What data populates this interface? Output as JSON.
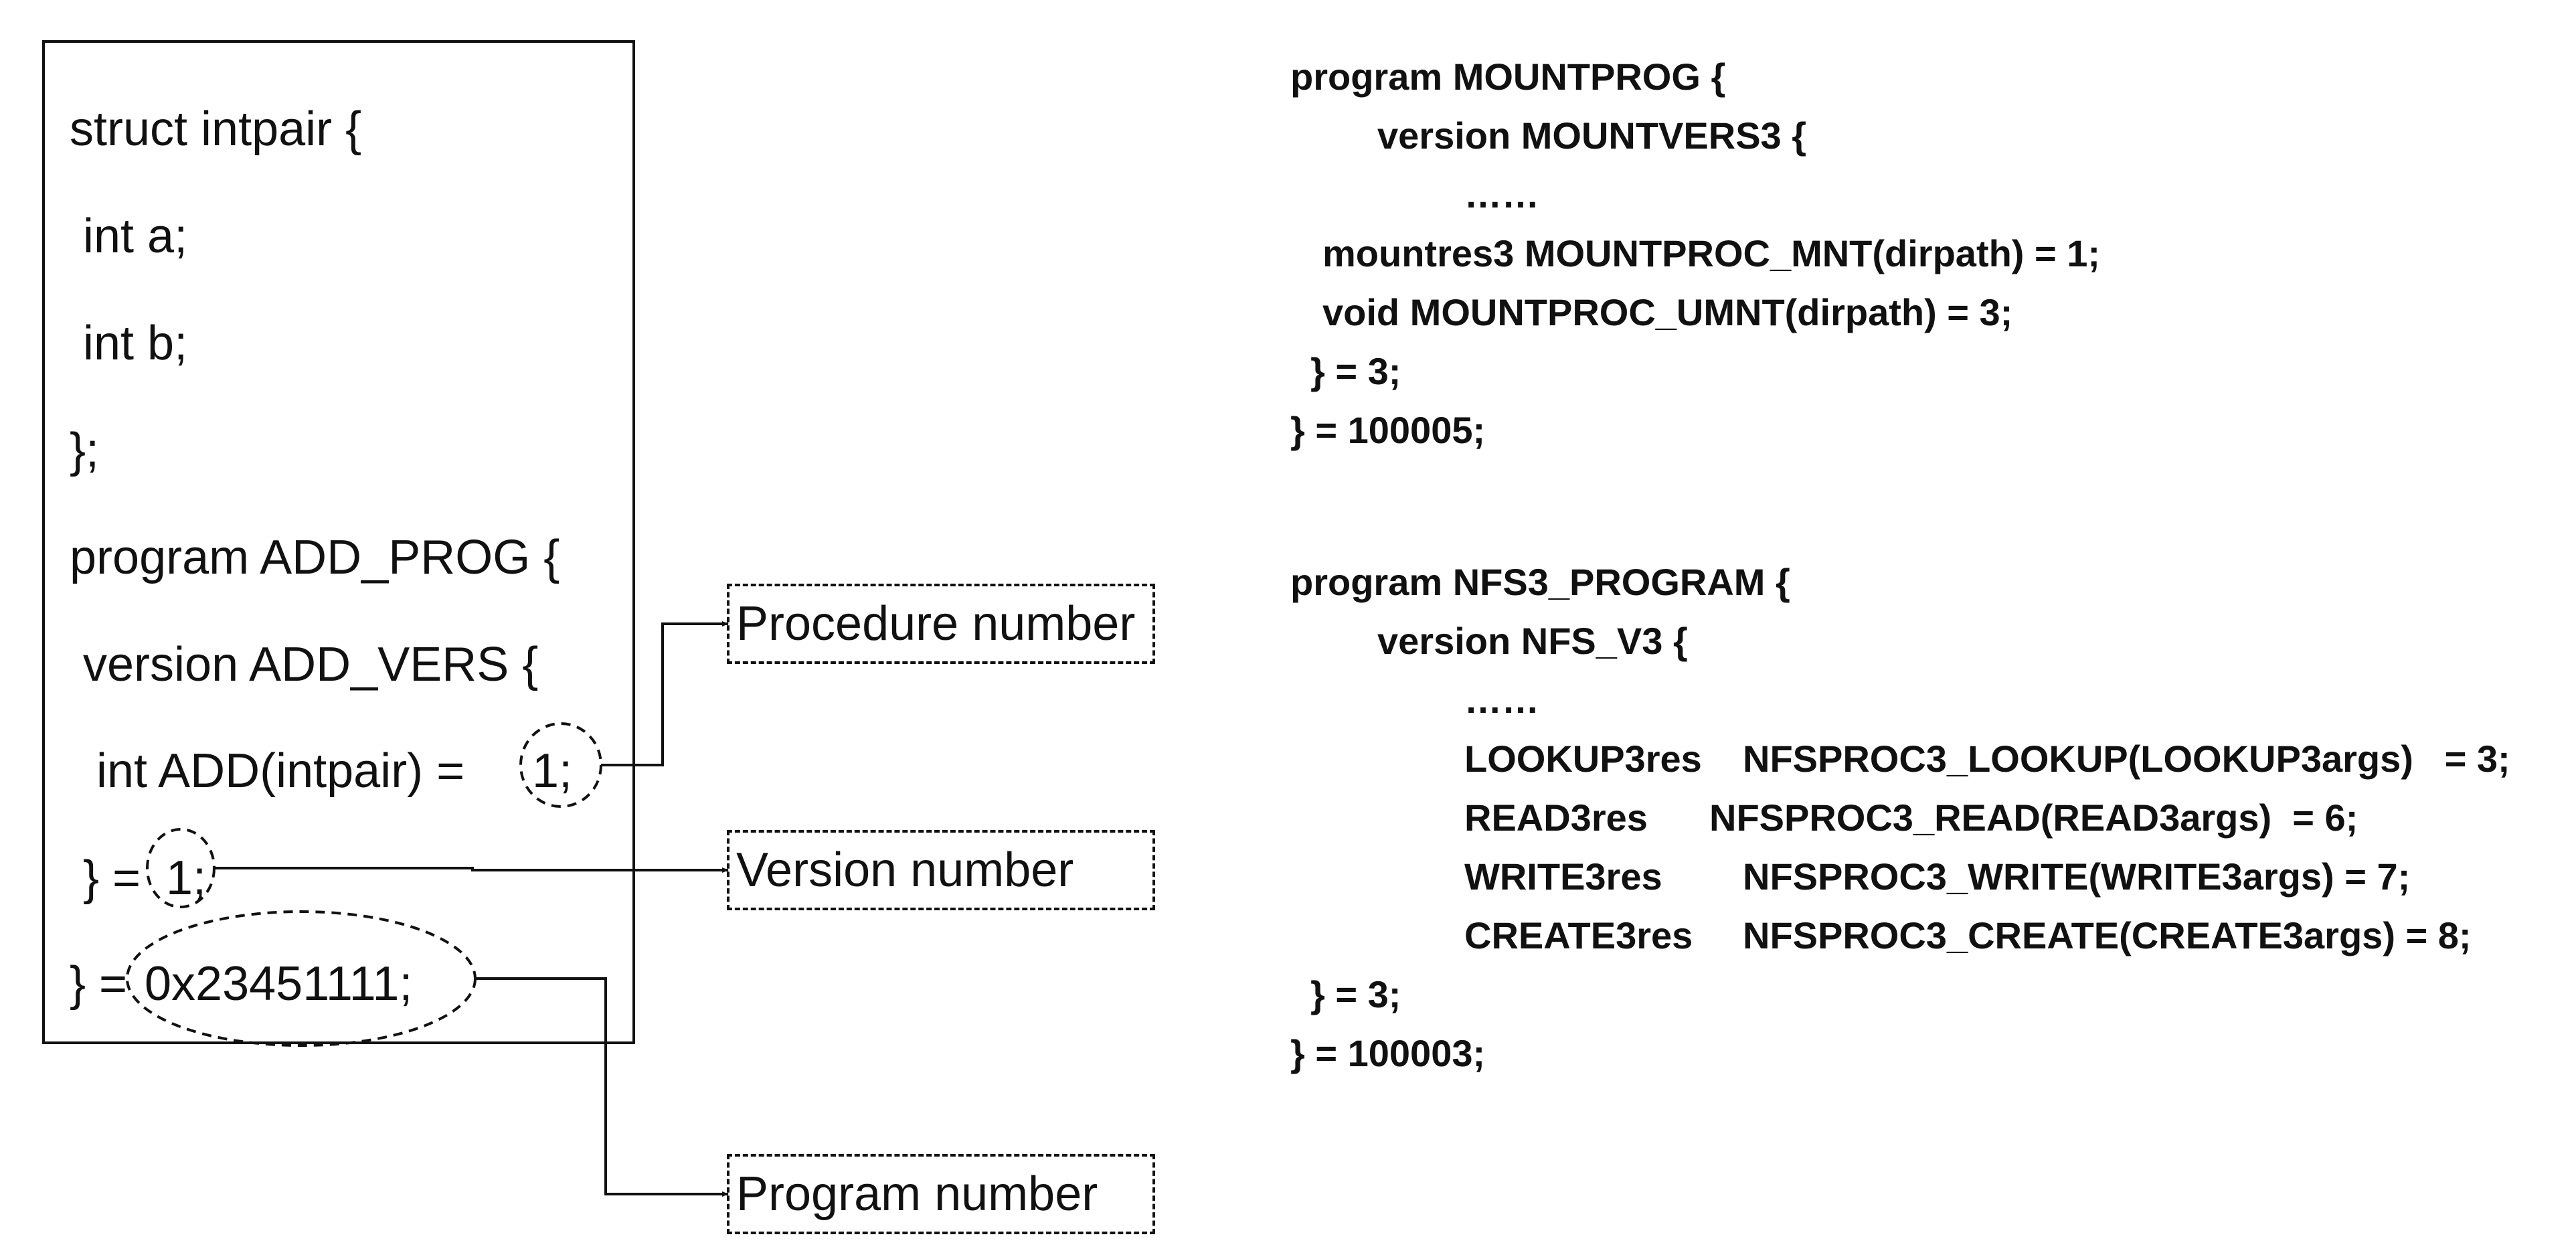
{
  "left_code": [
    "struct intpair {",
    " int a;",
    " int b;",
    "};",
    "program ADD_PROG {",
    " version ADD_VERS {",
    "  int ADD(intpair) = ",
    " } = ",
    "} = "
  ],
  "markers": {
    "procedure_value": "1;",
    "version_value": "1;",
    "program_value": "0x23451111;"
  },
  "labels": {
    "procedure": "Procedure number",
    "version": "Version number",
    "program": "Program number"
  },
  "mount_code": [
    "program MOUNTPROG {",
    "version MOUNTVERS3 {",
    "……",
    "mountres3 MOUNTPROC_MNT(dirpath) = 1;",
    "void MOUNTPROC_UMNT(dirpath) = 3;",
    "} = 3;",
    "} = 100005;"
  ],
  "nfs_code": {
    "program": "program NFS3_PROGRAM {",
    "version": "version NFS_V3 {",
    "dots": "……",
    "procs": [
      {
        "ret": "LOOKUP3res",
        "call": "NFSPROC3_LOOKUP(LOOKUP3args)   = 3;"
      },
      {
        "ret": "READ3res",
        "call": "NFSPROC3_READ(READ3args)  = 6;"
      },
      {
        "ret": "WRITE3res",
        "call": "NFSPROC3_WRITE(WRITE3args) = 7;"
      },
      {
        "ret": "CREATE3res",
        "call": "NFSPROC3_CREATE(CREATE3args) = 8;"
      }
    ],
    "version_close": "} = 3;",
    "program_close": "} = 100003;"
  }
}
